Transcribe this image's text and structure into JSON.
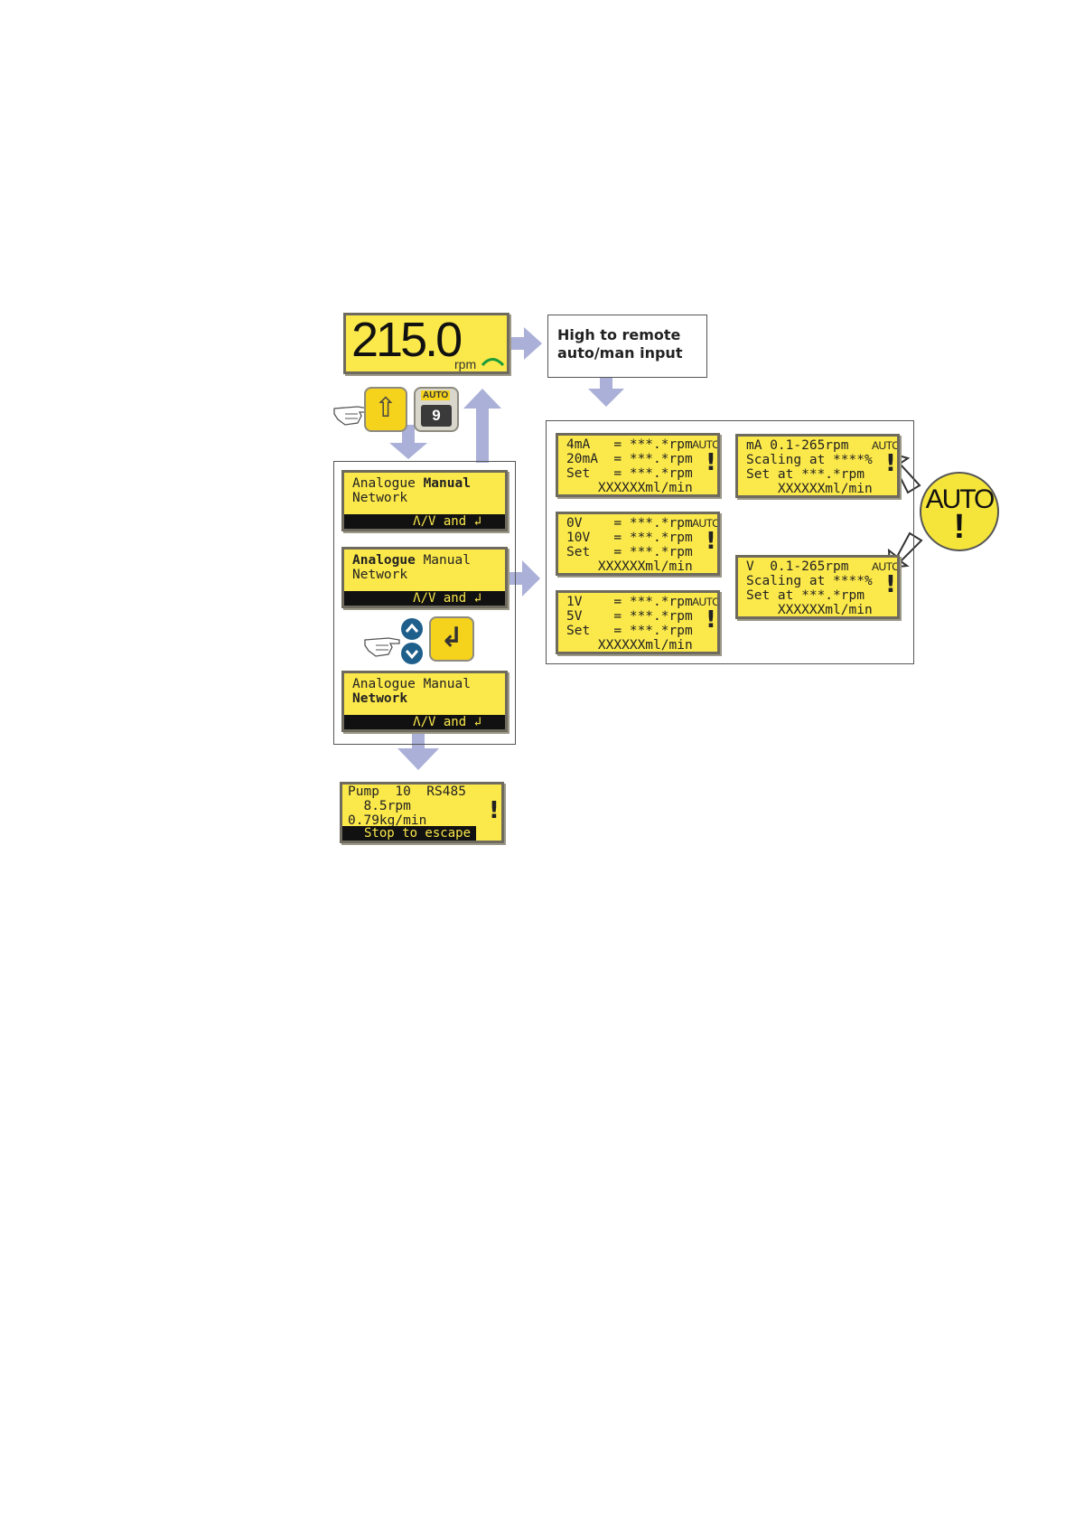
{
  "main_display": {
    "value": "215.0",
    "unit": "rpm"
  },
  "note_box": {
    "line1": "High to remote",
    "line2": "auto/man input"
  },
  "keys": {
    "up_key_label": "⇧",
    "auto_key_top": "AUTO",
    "auto_key_num": "9",
    "enter_symbol": "↲"
  },
  "mode_screens": [
    {
      "w1": "Analogue",
      "w2": "Manual",
      "w3": "Network",
      "bar": "Λ/V and ↲"
    },
    {
      "w1": "Analogue",
      "w2": "Manual",
      "w3": "Network",
      "bar": "Λ/V and ↲"
    },
    {
      "w1": "Analogue",
      "w2": "Manual",
      "w3": "Network",
      "bar": "Λ/V and ↲"
    }
  ],
  "network_screen": {
    "line1": "Pump  10  RS485",
    "line2": "  8.5rpm",
    "line3": "0.79kg/min",
    "bar": "Stop to escape"
  },
  "calibration_screens": [
    {
      "l1": "4mA   = ***.*rpm",
      "l2": "20mA  = ***.*rpm",
      "l3": "Set   = ***.*rpm",
      "l4": "    XXXXXXml/min",
      "tag": "AUTO"
    },
    {
      "l1": "0V    = ***.*rpm",
      "l2": "10V   = ***.*rpm",
      "l3": "Set   = ***.*rpm",
      "l4": "    XXXXXXml/min",
      "tag": "AUTO"
    },
    {
      "l1": "1V    = ***.*rpm",
      "l2": "5V    = ***.*rpm",
      "l3": "Set   = ***.*rpm",
      "l4": "    XXXXXXml/min",
      "tag": "AUTO"
    }
  ],
  "scaling_screens": [
    {
      "l1": "mA 0.1-265rpm",
      "l2": "Scaling at ****%",
      "l3": "Set at ***.*rpm",
      "l4": "    XXXXXXml/min",
      "tag": "AUTO"
    },
    {
      "l1": "V  0.1-265rpm",
      "l2": "Scaling at ****%",
      "l3": "Set at ***.*rpm",
      "l4": "    XXXXXXml/min",
      "tag": "AUTO"
    }
  ],
  "warning_badge": {
    "text": "AUTO",
    "mark": "!"
  },
  "exclamation": "!",
  "colors": {
    "lcd": "#fbe84a",
    "arrow": "#aab0d8",
    "key_blue": "#1f5f8b",
    "key_yellow": "#f5d21c"
  }
}
